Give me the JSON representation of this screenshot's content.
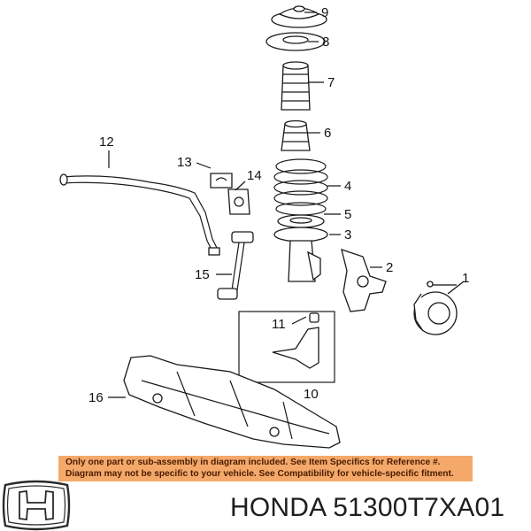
{
  "callouts": [
    {
      "id": "c1",
      "text": "1"
    },
    {
      "id": "c2",
      "text": "2"
    },
    {
      "id": "c3",
      "text": "3"
    },
    {
      "id": "c4",
      "text": "4"
    },
    {
      "id": "c5",
      "text": "5"
    },
    {
      "id": "c6",
      "text": "6"
    },
    {
      "id": "c7",
      "text": "7"
    },
    {
      "id": "c8",
      "text": "8"
    },
    {
      "id": "c9",
      "text": "9"
    },
    {
      "id": "c10",
      "text": "10"
    },
    {
      "id": "c11",
      "text": "11"
    },
    {
      "id": "c12",
      "text": "12"
    },
    {
      "id": "c13",
      "text": "13"
    },
    {
      "id": "c14",
      "text": "14"
    },
    {
      "id": "c15",
      "text": "15"
    },
    {
      "id": "c16",
      "text": "16"
    }
  ],
  "notice": {
    "line1": "Only one part or sub-assembly in diagram included. See Item Specifics for Reference #.",
    "line2": "Diagram may not be specific to your vehicle. See Compatibility for vehicle-specific fitment."
  },
  "footer": {
    "logo_icon": "honda-h-logo",
    "text": "HONDA 51300T7XA01"
  },
  "colors": {
    "notice_background": "#f4a86a",
    "notice_text": "#4a1c00",
    "line_art": "#1a1a1a"
  }
}
